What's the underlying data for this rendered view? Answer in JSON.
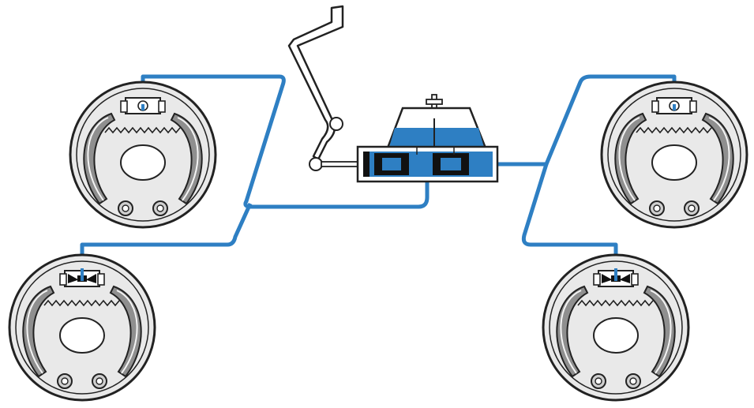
{
  "diagram": {
    "colors": {
      "brake_line": "#2e7fc3",
      "fluid": "#2e7fc3",
      "outline": "#222222",
      "drum_face": "#e9e9e9",
      "shoe_lining": "#8f8f8f",
      "piston_dark": "#111111",
      "background": "#ffffff"
    },
    "components": [
      "brake-pedal",
      "master-cylinder",
      "brake-fluid-reservoir",
      "brake-lines",
      "drum-brake-front-left",
      "drum-brake-front-right",
      "drum-brake-rear-left",
      "drum-brake-rear-right"
    ]
  }
}
